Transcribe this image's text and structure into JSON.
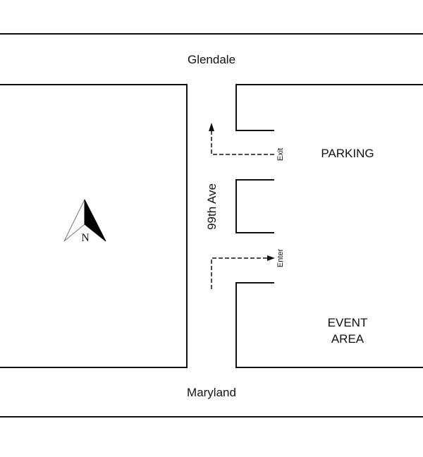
{
  "streets": {
    "north": "Glendale",
    "south": "Maryland",
    "avenue": "99th Ave"
  },
  "areas": {
    "parking": "PARKING",
    "event_line1": "EVENT",
    "event_line2": "AREA"
  },
  "driveways": {
    "exit": "Exit",
    "enter": "Enter"
  },
  "compass": {
    "label": "N"
  }
}
